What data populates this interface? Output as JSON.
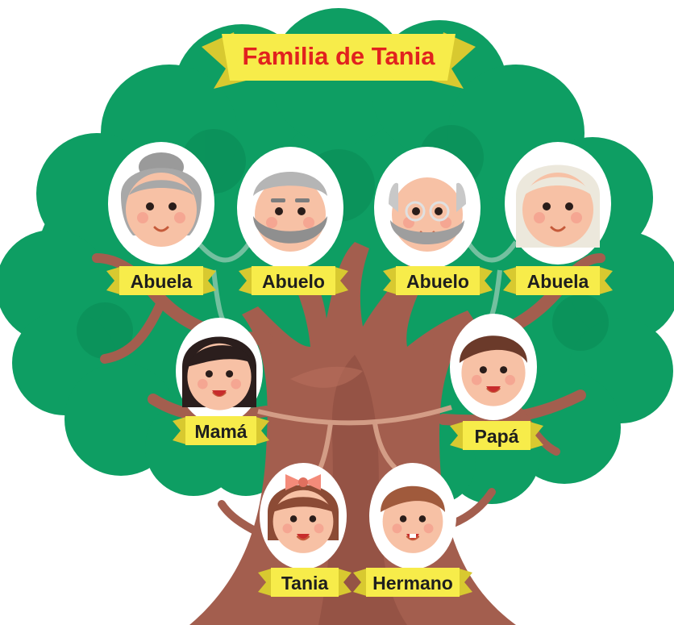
{
  "title": "Familia de Tania",
  "colors": {
    "canopy": "#0e9e63",
    "trunk": "#a35e4e",
    "trunk_dark": "#8b4b3e",
    "ribbon": "#f7ec4a",
    "ribbon_dark": "#d8c930",
    "title_text": "#e1221e",
    "label_text": "#1e1e1e",
    "connector": "#7fc4a6"
  },
  "members": [
    {
      "id": "abuela-1",
      "label": "Abuela",
      "icon": "grandmother-portrait-icon"
    },
    {
      "id": "abuelo-1",
      "label": "Abuelo",
      "icon": "grandfather-bearded-portrait-icon"
    },
    {
      "id": "abuelo-2",
      "label": "Abuelo",
      "icon": "grandfather-glasses-portrait-icon"
    },
    {
      "id": "abuela-2",
      "label": "Abuela",
      "icon": "grandmother-white-hair-portrait-icon"
    },
    {
      "id": "mama",
      "label": "Mamá",
      "icon": "mother-portrait-icon"
    },
    {
      "id": "papa",
      "label": "Papá",
      "icon": "father-portrait-icon"
    },
    {
      "id": "tania",
      "label": "Tania",
      "icon": "girl-with-bow-portrait-icon"
    },
    {
      "id": "hermano",
      "label": "Hermano",
      "icon": "boy-portrait-icon"
    }
  ]
}
